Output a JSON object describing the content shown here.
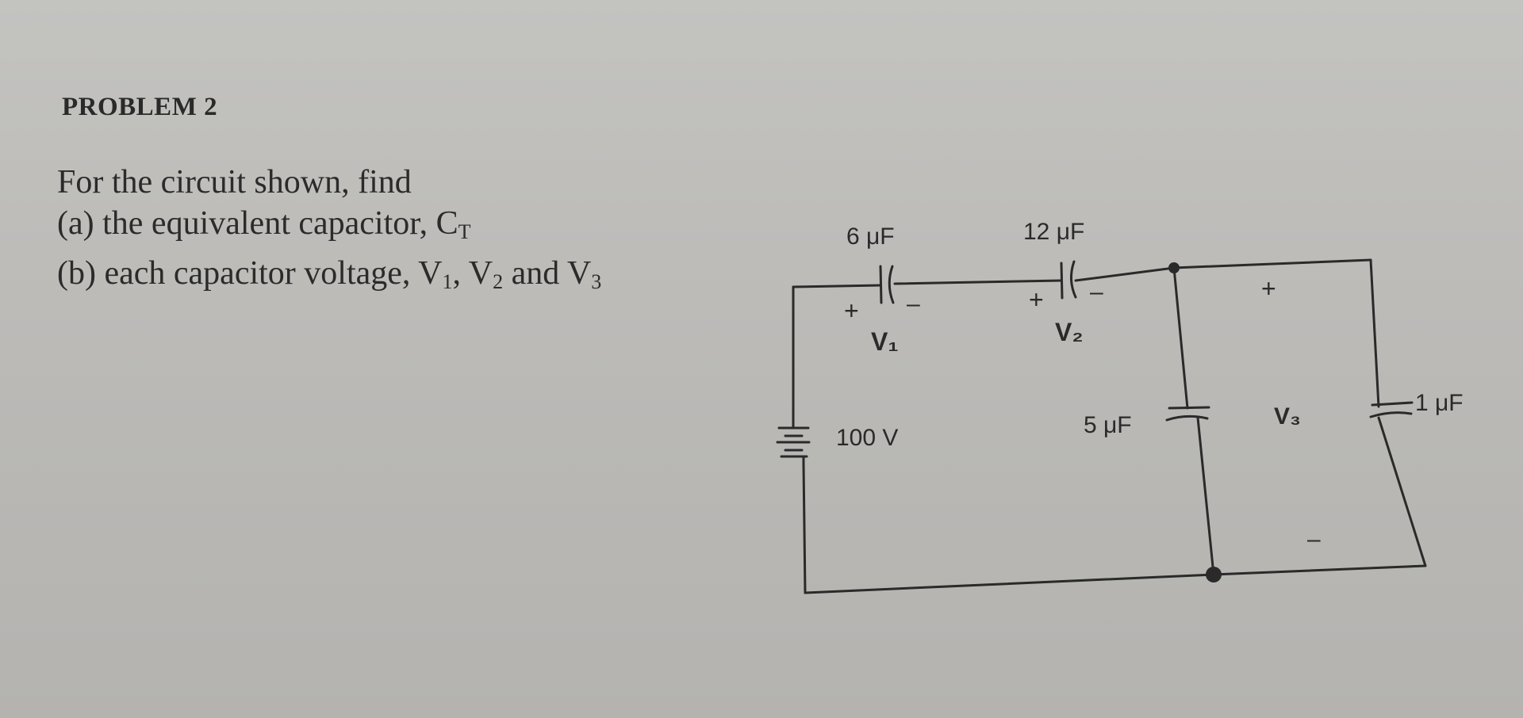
{
  "problem": {
    "heading": "PROBLEM 2",
    "intro": "For the circuit shown, find",
    "part_a": {
      "prefix": "(a) the equivalent capacitor, C",
      "subscript": "T"
    },
    "part_b": {
      "prefix": "(b) each capacitor voltage, V",
      "sub1": "1",
      "sep1": ", V",
      "sub2": "2",
      "sep2": " and V",
      "sub3": "3"
    }
  },
  "circuit": {
    "source": {
      "label": "100 V"
    },
    "capacitors": [
      {
        "id": "c1",
        "label": "6 μF"
      },
      {
        "id": "c2",
        "label": "12 μF"
      },
      {
        "id": "c3",
        "label": "5 μF"
      },
      {
        "id": "c4",
        "label": "1 μF"
      }
    ],
    "voltages": [
      {
        "id": "v1",
        "label": "V₁",
        "plus": "+",
        "minus": "–"
      },
      {
        "id": "v2",
        "label": "V₂",
        "plus": "+",
        "minus": "–"
      },
      {
        "id": "v3",
        "label": "V₃",
        "plus": "+",
        "minus": "–"
      }
    ]
  }
}
